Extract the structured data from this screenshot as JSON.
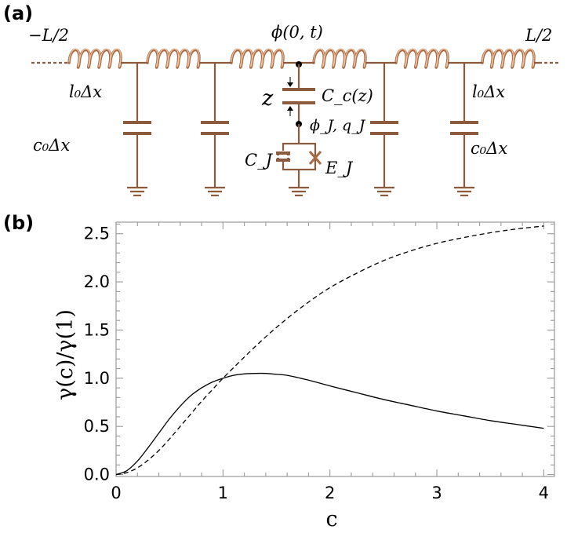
{
  "panel_a": {
    "label": "(a)",
    "circuit": {
      "left_end": "−L/2",
      "right_end": "L/2",
      "node_label": "ϕ(0, t)",
      "inductor_label": "l₀Δx",
      "capacitor_label": "c₀Δx",
      "coupling_distance": "z",
      "coupling_capacitor": "C_c(z)",
      "junction_node": "ϕ_J, q_J",
      "junction_capacitance": "C_J",
      "josephson_energy": "E_J"
    }
  },
  "panel_b": {
    "label": "(b)",
    "chart_data": {
      "type": "line",
      "xlabel": "c",
      "ylabel": "γ(c)/γ(1)",
      "xlim": [
        0,
        4.1
      ],
      "ylim": [
        -0.02,
        2.62
      ],
      "xticks": [
        "0",
        "1",
        "2",
        "3",
        "4"
      ],
      "yticks": [
        "0.0",
        "0.5",
        "1.0",
        "1.5",
        "2.0",
        "2.5"
      ],
      "series": [
        {
          "style": "solid",
          "x": [
            0,
            0.1,
            0.2,
            0.3,
            0.4,
            0.5,
            0.6,
            0.7,
            0.8,
            0.9,
            1.0,
            1.1,
            1.2,
            1.3,
            1.4,
            1.5,
            1.6,
            1.8,
            2.0,
            2.25,
            2.5,
            2.75,
            3.0,
            3.25,
            3.5,
            3.75,
            4.0
          ],
          "y": [
            0,
            0.04,
            0.14,
            0.28,
            0.43,
            0.58,
            0.71,
            0.82,
            0.9,
            0.96,
            1.0,
            1.03,
            1.045,
            1.05,
            1.05,
            1.04,
            1.03,
            0.98,
            0.92,
            0.85,
            0.78,
            0.72,
            0.66,
            0.61,
            0.56,
            0.52,
            0.48
          ]
        },
        {
          "style": "dashed",
          "x": [
            0,
            0.1,
            0.2,
            0.3,
            0.4,
            0.5,
            0.6,
            0.7,
            0.8,
            0.9,
            1.0,
            1.2,
            1.4,
            1.6,
            1.8,
            2.0,
            2.25,
            2.5,
            2.75,
            3.0,
            3.25,
            3.5,
            3.75,
            4.0
          ],
          "y": [
            0,
            0.02,
            0.07,
            0.15,
            0.25,
            0.37,
            0.5,
            0.63,
            0.76,
            0.88,
            1.0,
            1.22,
            1.43,
            1.62,
            1.79,
            1.94,
            2.09,
            2.22,
            2.32,
            2.4,
            2.46,
            2.51,
            2.55,
            2.58
          ]
        }
      ]
    }
  }
}
